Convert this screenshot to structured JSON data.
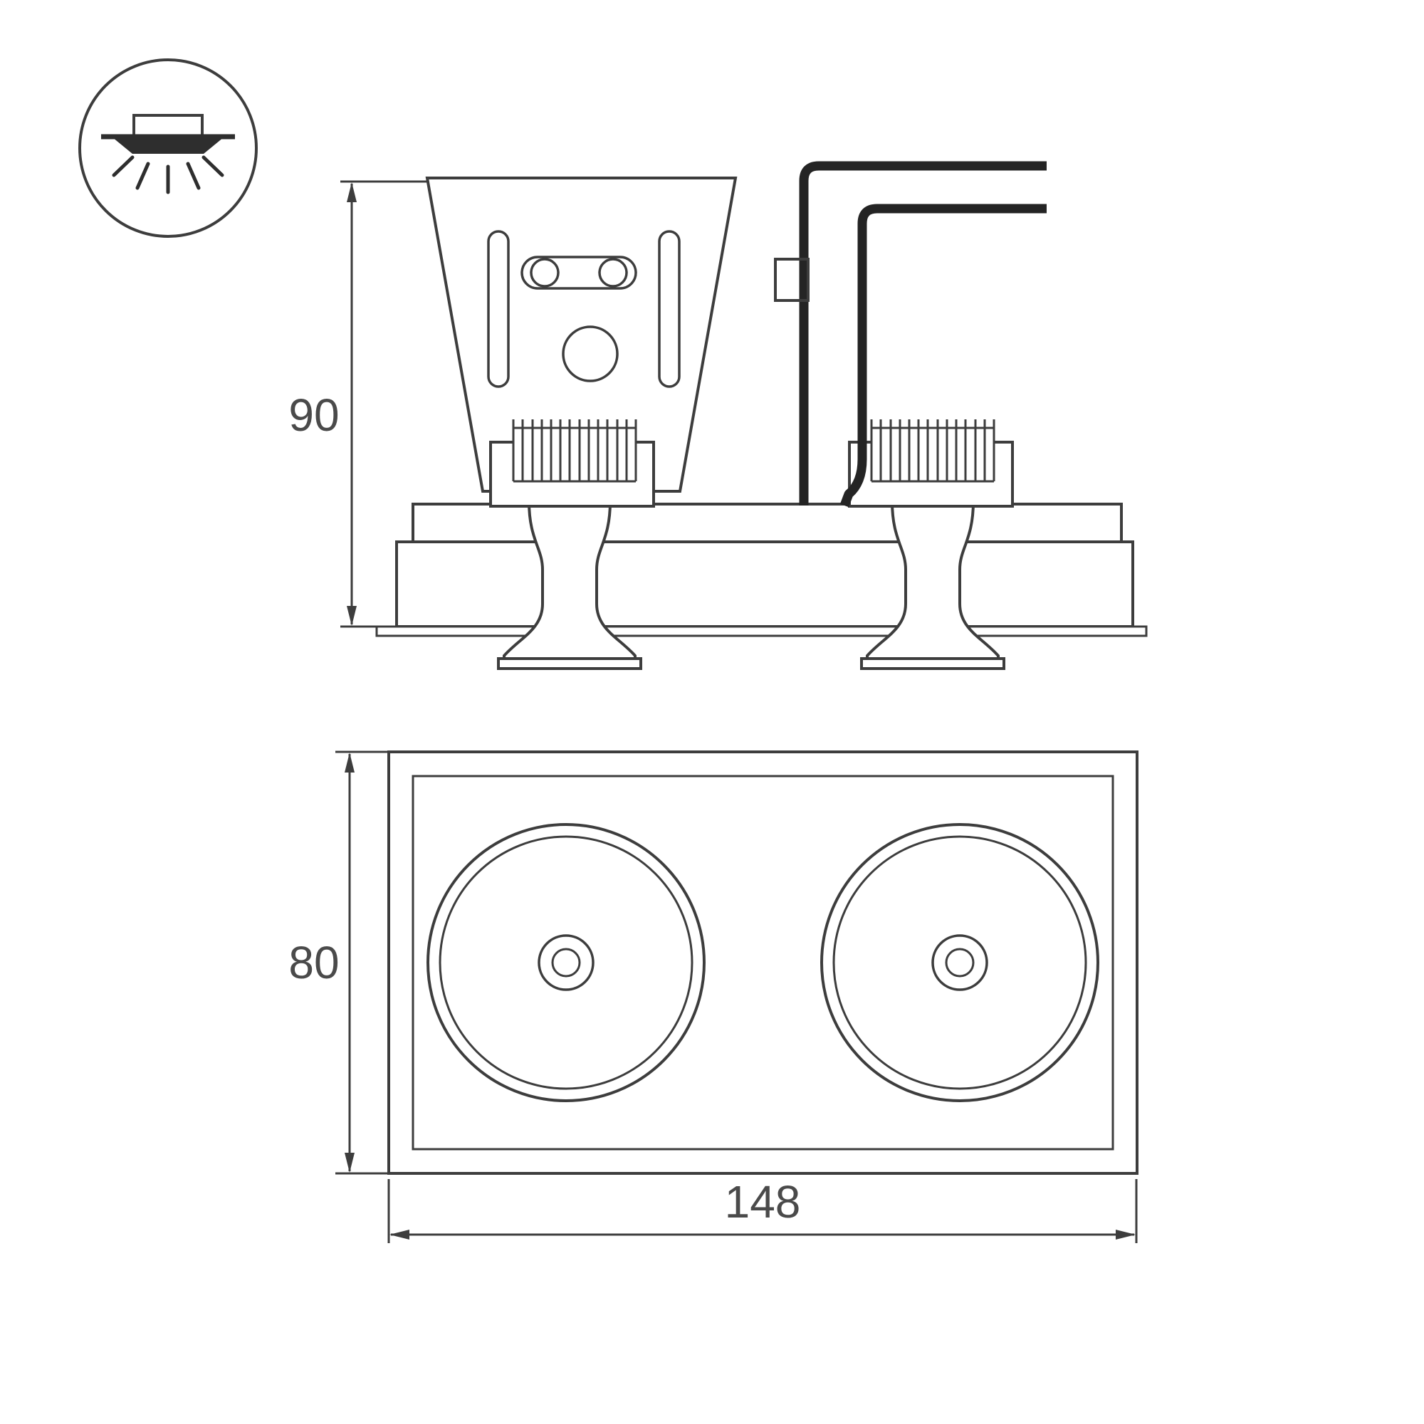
{
  "page": {
    "background": "#ffffff"
  },
  "palette": {
    "line_color": "#3d3d3d",
    "cable_color": "#242424",
    "text_color": "#4a4a4a"
  },
  "legend": {
    "icon": "recessed-downlight-icon"
  },
  "side_view": {
    "height_label": "90"
  },
  "plan_view": {
    "height_label": "80",
    "width_label": "148"
  }
}
